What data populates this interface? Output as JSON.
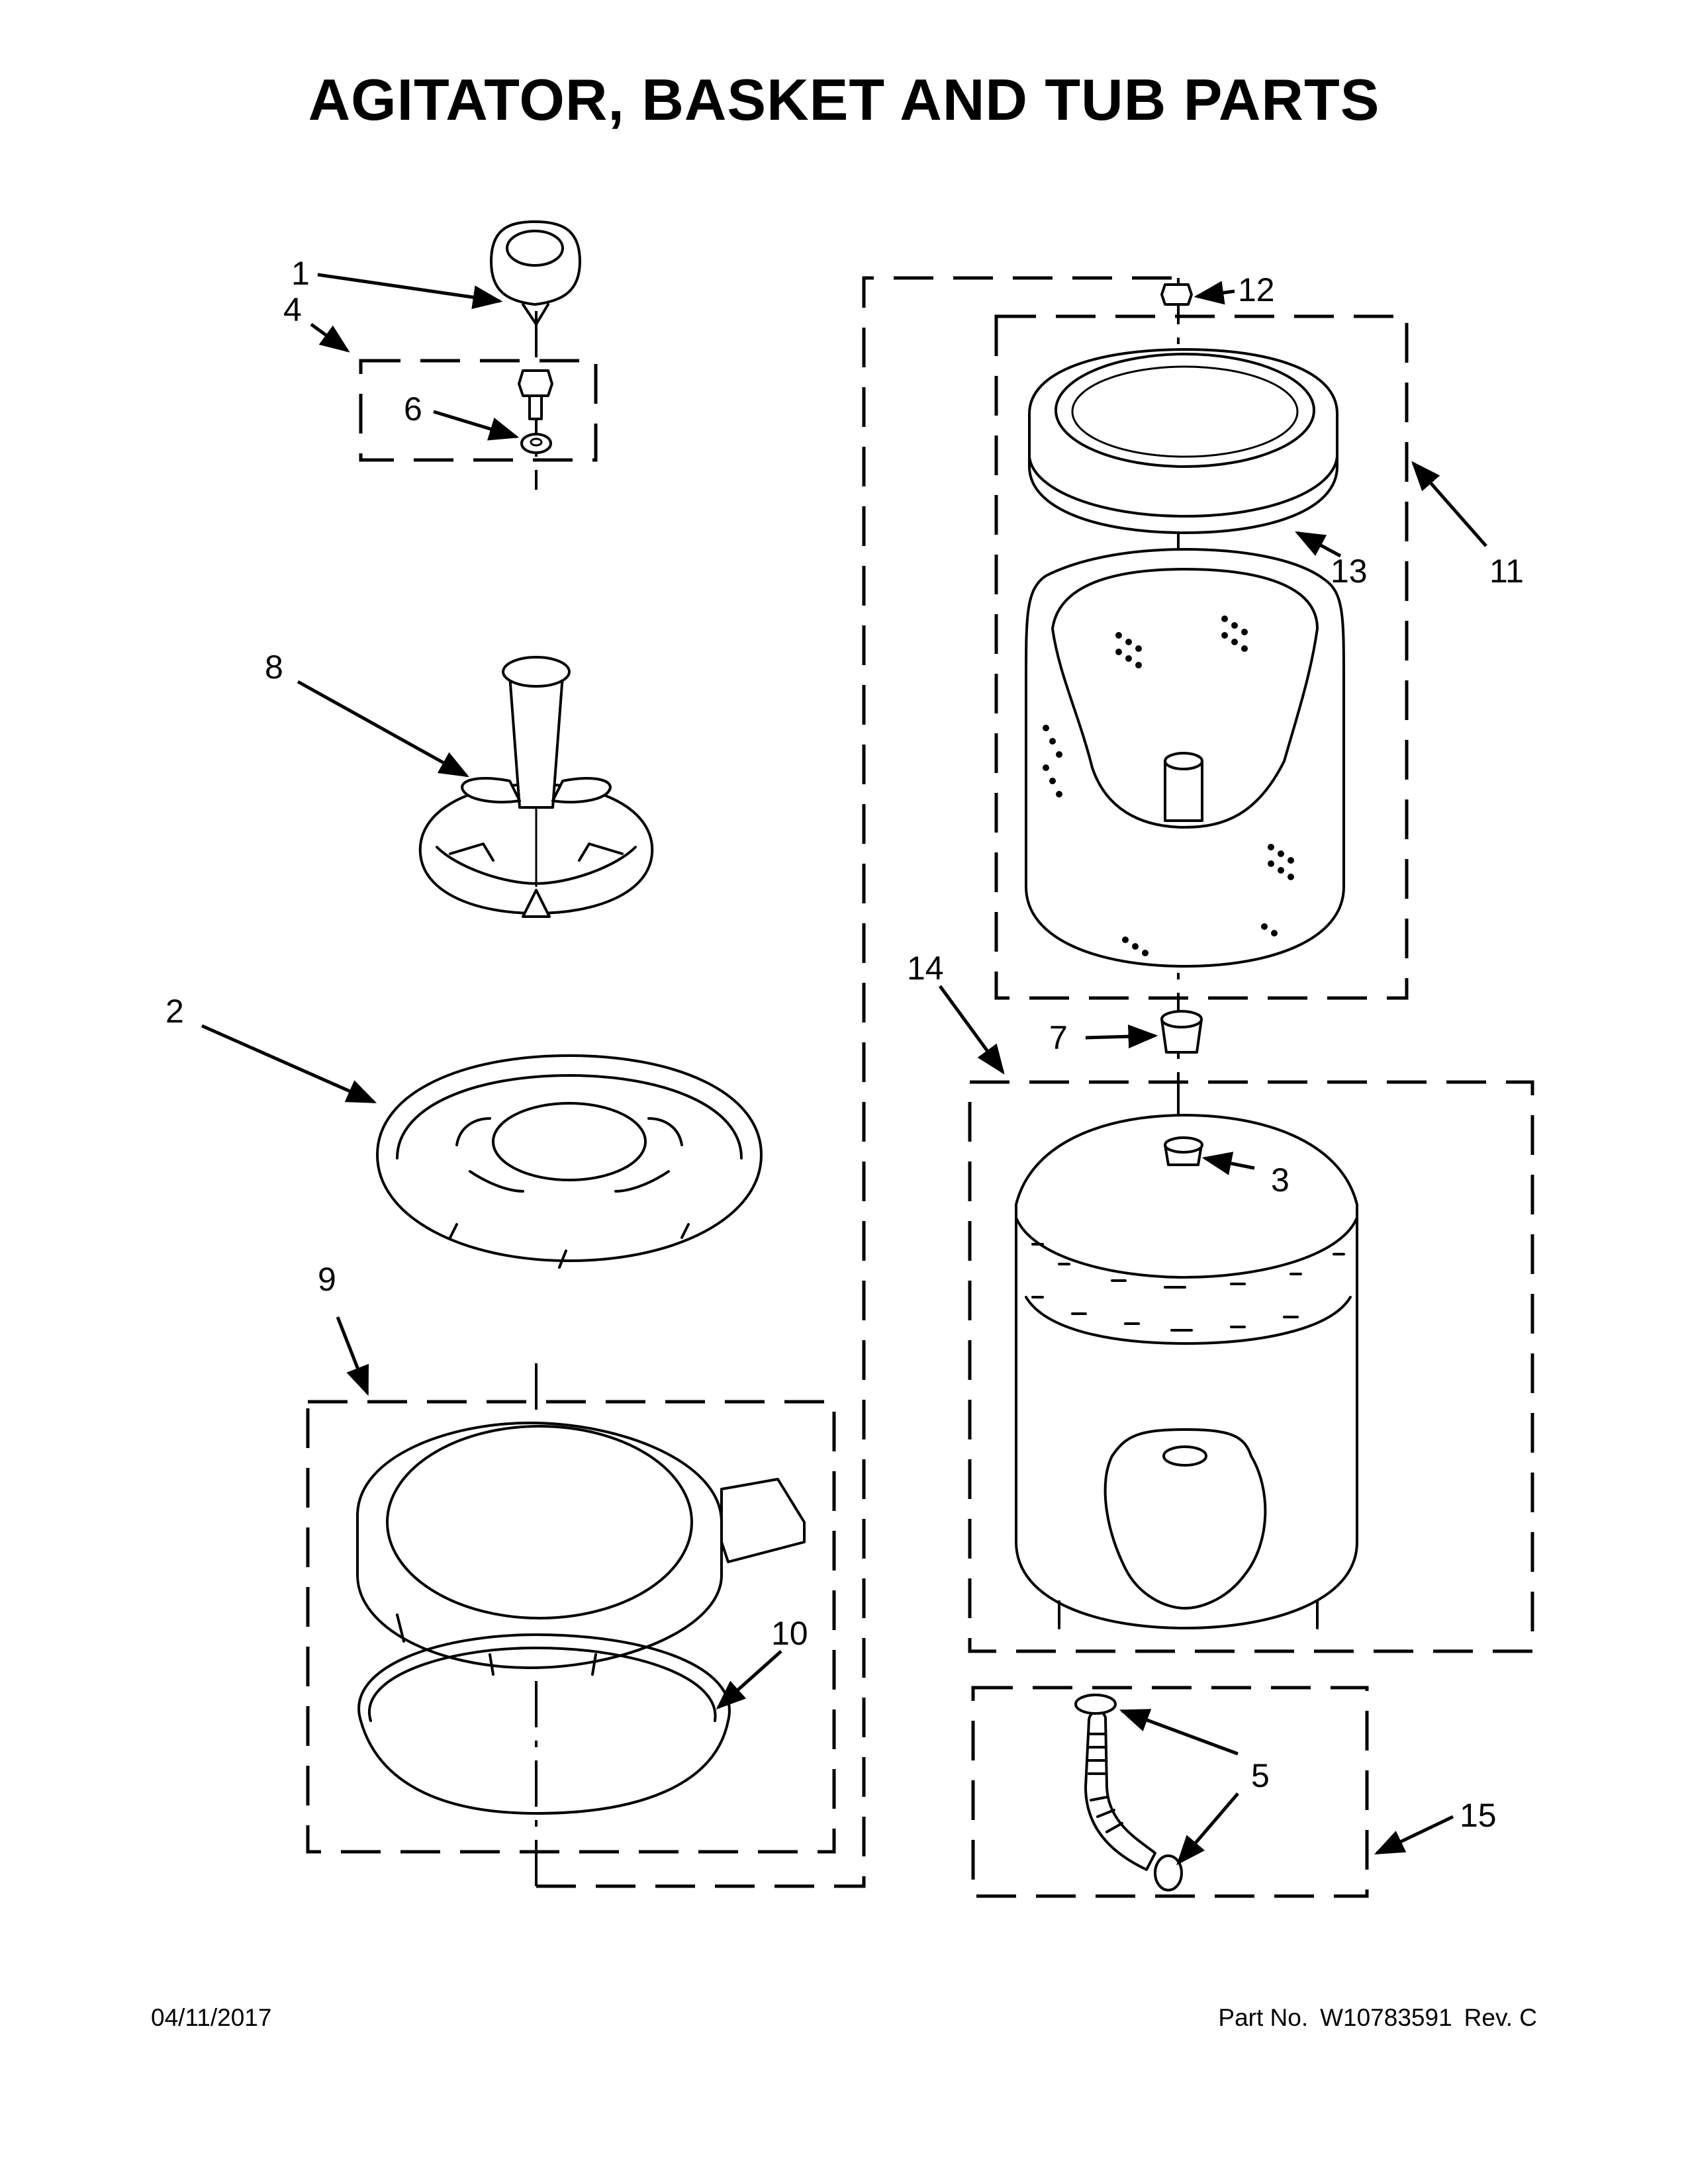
{
  "title": "AGITATOR, BASKET AND TUB PARTS",
  "footer": {
    "date": "04/11/2017",
    "part_prefix": "Part No.",
    "part_number": "W10783591",
    "revision": "Rev. C"
  },
  "callouts": {
    "c1": "1",
    "c2": "2",
    "c3": "3",
    "c4": "4",
    "c5": "5",
    "c6": "6",
    "c7": "7",
    "c8": "8",
    "c9": "9",
    "c10": "10",
    "c11": "11",
    "c12": "12",
    "c13": "13",
    "c14": "14",
    "c15": "15"
  }
}
